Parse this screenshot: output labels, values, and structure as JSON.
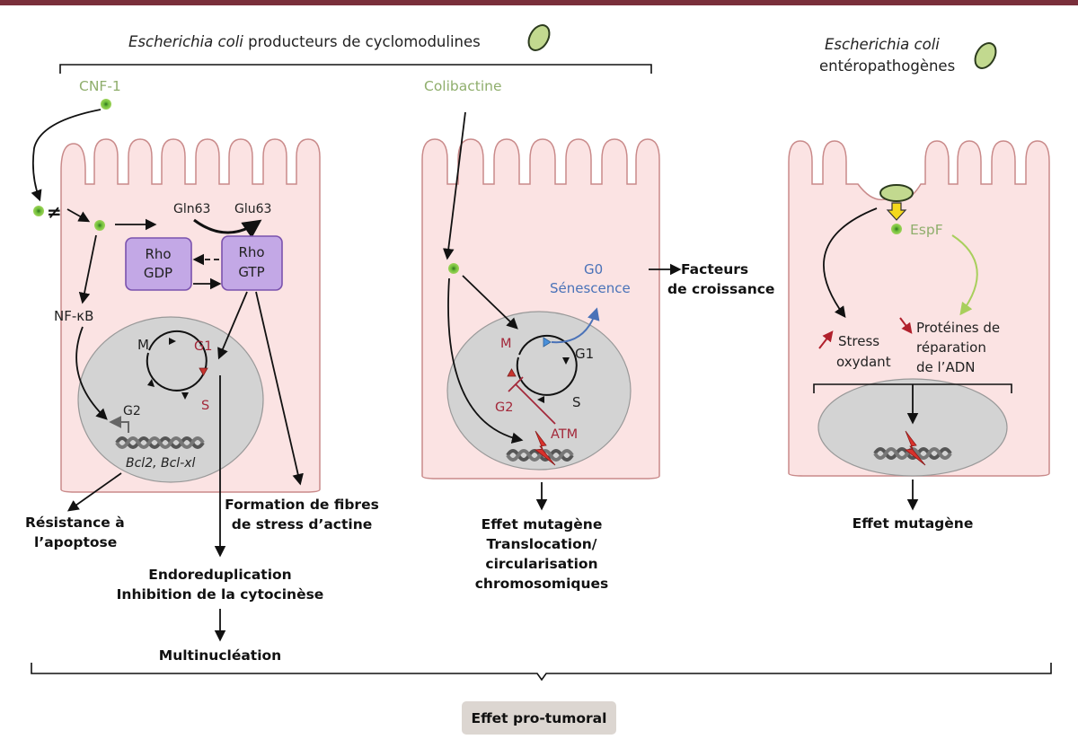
{
  "top": {
    "group_title_italic": "Escherichia coli",
    "group_title_rest": " producteurs de cyclomodulines",
    "right_title_italic": "Escherichia coli",
    "right_title_line2": "entéropathogènes"
  },
  "cell1": {
    "toxin": "CNF-1",
    "gln": "Gln63",
    "glu": "Glu63",
    "rho_gdp_1": "Rho",
    "rho_gdp_2": "GDP",
    "rho_gtp_1": "Rho",
    "rho_gtp_2": "GTP",
    "nfkb": "NF-κB",
    "phase_m": "M",
    "phase_g1": "G1",
    "phase_s": "S",
    "phase_g2": "G2",
    "genes": "Bcl2, Bcl-xl",
    "out_resist_1": "Résistance à",
    "out_resist_2": "l’apoptose",
    "out_fibres_1": "Formation de fibres",
    "out_fibres_2": "de stress d’actine",
    "out_endo_1": "Endoreduplication",
    "out_endo_2": "Inhibition de la cytocinèse",
    "out_multi": "Multinucléation"
  },
  "cell2": {
    "toxin": "Colibactine",
    "g0": "G0",
    "senescence": "Sénescence",
    "phase_m": "M",
    "phase_g1": "G1",
    "phase_s": "S",
    "phase_g2": "G2",
    "atm": "ATM",
    "growth_1": "Facteurs",
    "growth_2": "de croissance",
    "out_1": "Effet mutagène",
    "out_2": "Translocation/",
    "out_3": "circularisation",
    "out_4": "chromosomiques"
  },
  "cell3": {
    "espf": "EspF",
    "stress_1": "Stress",
    "stress_2": "oxydant",
    "repair_1": "Protéines de",
    "repair_2": "réparation",
    "repair_3": "de l’ADN",
    "out": "Effet mutagène"
  },
  "bottom": {
    "label": "Effet pro-tumoral"
  },
  "colors": {
    "top_bar": "#7a2f3b",
    "cell_fill": "#fbe3e3",
    "cell_stroke": "#c98a8a",
    "nucleus_fill": "#d3d3d3",
    "rho_fill": "#c3a8e6",
    "rho_stroke": "#7b52ae",
    "bacteria": "#c2d98f",
    "toxin_text": "#8fae6c",
    "phase_red": "#a3283a",
    "senescence_blue": "#4a72b8",
    "bottom_box": "#dcd6d1"
  }
}
